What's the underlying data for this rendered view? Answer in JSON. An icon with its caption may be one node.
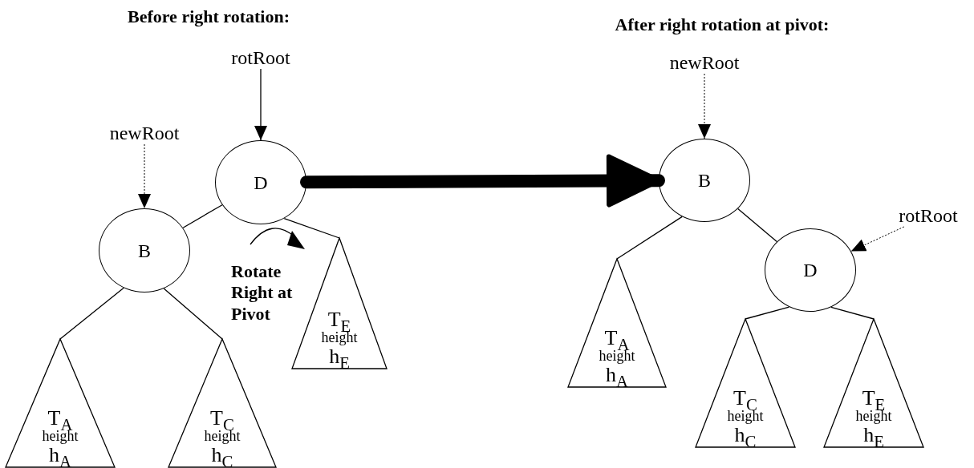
{
  "diagram": {
    "nodes": [
      {
        "text": [
          "rotRoot"
        ]
      },
      {
        "text": [
          "newRoot"
        ]
      },
      {
        "text": [
          "D"
        ]
      },
      {
        "text": [
          "B"
        ]
      },
      {
        "text": [
          "T$_{A}$",
          "height",
          "h$_{A}$"
        ]
      },
      {
        "text": [
          "T$_{C}$",
          "height",
          "h$_{C}$"
        ]
      },
      {
        "text": [
          "T$_{E}$",
          "height",
          "h$_{E}$"
        ]
      },
      {
        "text": [
          "newRoot"
        ]
      },
      {
        "text": [
          "B"
        ]
      },
      {
        "text": [
          "rotRoot"
        ]
      },
      {
        "text": [
          "D"
        ]
      },
      {
        "text": [
          "T$_{A}$",
          "height",
          "h$_{A}$"
        ]
      },
      {
        "text": [
          "T$_{C}$",
          "height",
          "h$_{C}$"
        ]
      },
      {
        "text": [
          "T$_{E}$",
          "height",
          "h$_{E}$"
        ]
      }
    ],
    "edges": [
      {
        "from": 0,
        "to": 2,
        "arrow": "to"
      },
      {
        "from": 1,
        "to": 3,
        "arrow": "to",
        "style": "dashed"
      },
      {
        "from": 2,
        "to": 3,
        "arrow": "none"
      },
      {
        "from": 2,
        "to": 6,
        "arrow": "none"
      },
      {
        "from": 3,
        "to": 4,
        "arrow": "none"
      },
      {
        "from": 3,
        "to": 5,
        "arrow": "none"
      },
      {
        "from": 2,
        "to": 8,
        "arrow": "to",
        "style": "thick"
      },
      {
        "from": 7,
        "to": 8,
        "arrow": "to",
        "style": "dashed"
      },
      {
        "from": 9,
        "to": 10,
        "arrow": "to",
        "style": "dashed"
      },
      {
        "from": 8,
        "to": 11,
        "arrow": "none"
      },
      {
        "from": 8,
        "to": 10,
        "arrow": "none"
      },
      {
        "from": 10,
        "to": 12,
        "arrow": "none"
      },
      {
        "from": 10,
        "to": 13,
        "arrow": "none"
      }
    ],
    "labels": [
      "Before right rotation:",
      "Rotate Right at Pivot",
      "After right rotation at pivot:"
    ]
  }
}
